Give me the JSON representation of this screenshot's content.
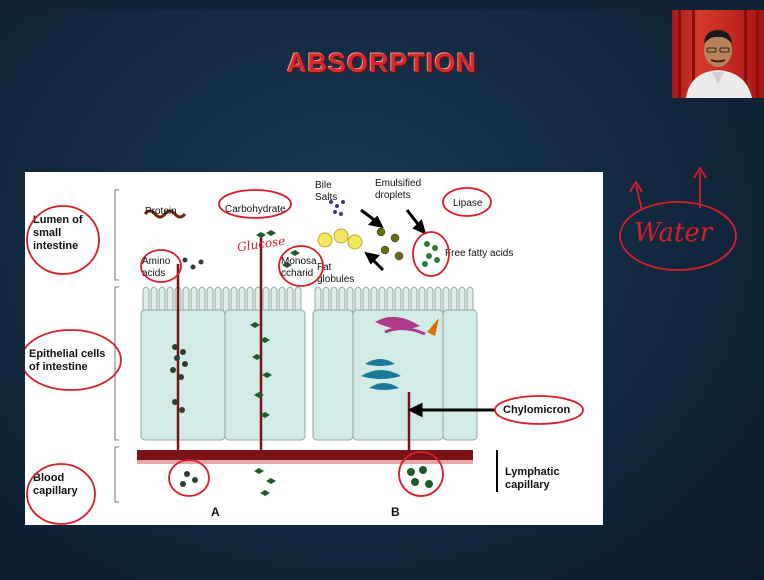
{
  "slide": {
    "title": "ABSORPTION",
    "annotation_word": "Water"
  },
  "figure": {
    "left_labels": {
      "lumen": "Lumen of small intestine",
      "epithelial": "Epithelial cells of intestine",
      "blood": "Blood capillary"
    },
    "labels": {
      "protein": "Protein",
      "carbohydrate": "Carbohydrate",
      "amino_acids": "Amino acids",
      "monosaccharid": "Monosa ccharid",
      "bile_salts": "Bile Salts",
      "emulsified_droplets": "Emulsified droplets",
      "lipase": "Lipase",
      "free_fatty_acids": "Free fatty acids",
      "fat_globules": "Fat globules",
      "chylomicron": "Chylomicron",
      "lymphatic_capillary": "Lymphatic capillary",
      "panel_a": "A",
      "panel_b": "B"
    },
    "handwritten_note": "Glucose"
  },
  "colors": {
    "annotation_red": "#d81e2a",
    "title_red": "#d42a2a",
    "cell_teal": "#cde9e3",
    "capillary_red": "#7a1414"
  }
}
